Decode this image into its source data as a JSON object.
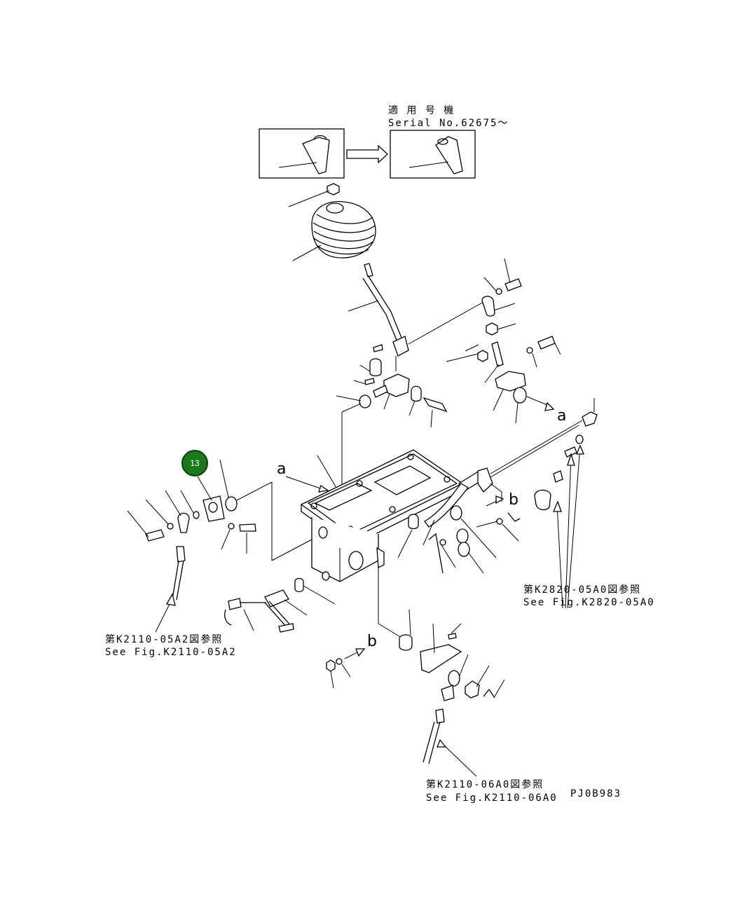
{
  "header": {
    "jp_line": "適 用 号 機",
    "serial_line": "Serial No.62675～"
  },
  "refs": {
    "k2820_jp": "第K2820-05A0図参照",
    "k2820_en": "See Fig.K2820-05A0",
    "k2110_05a2_jp": "第K2110-05A2図参照",
    "k2110_05a2_en": "See Fig.K2110-05A2",
    "k2110_06a0_jp": "第K2110-06A0図参照",
    "k2110_06a0_en": "See Fig.K2110-06A0"
  },
  "drawing_code": "PJ0B983",
  "callouts": {
    "a": "a",
    "b": "b"
  },
  "badge": {
    "number": "13",
    "color": "#1a7a1a"
  }
}
